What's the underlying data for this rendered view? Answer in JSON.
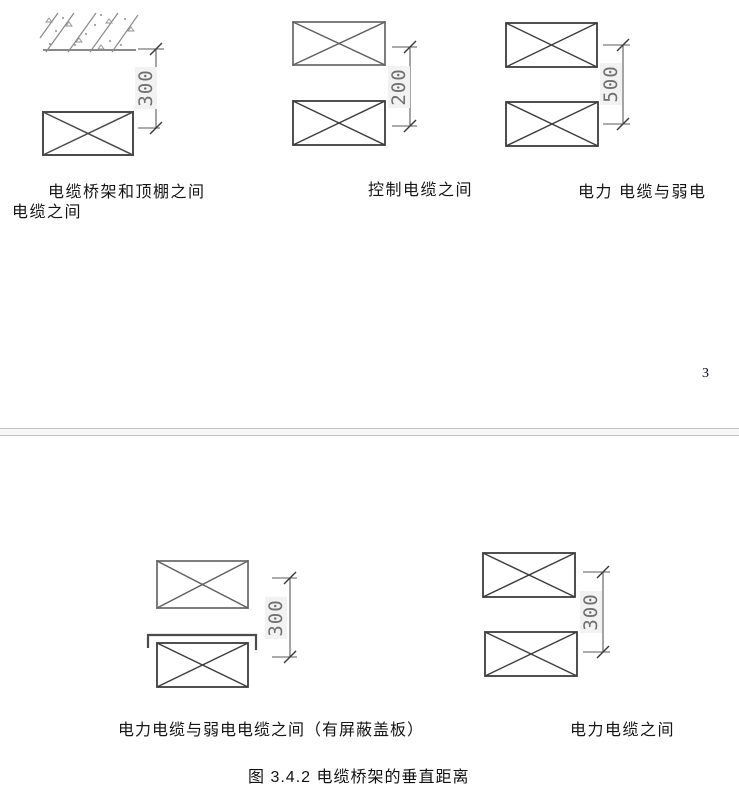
{
  "page_number": "3",
  "diagrams": {
    "top_left": {
      "dimension": "300",
      "label_line1": "电缆桥架和顶棚之间",
      "label_line2": "电缆之间"
    },
    "top_middle": {
      "dimension": "200",
      "label": "控制电缆之间"
    },
    "top_right": {
      "dimension": "500",
      "label": "电力 电缆与弱电"
    },
    "bottom_left": {
      "dimension": "300",
      "label": "电力电缆与弱电电缆之间（有屏蔽盖板）"
    },
    "bottom_right": {
      "dimension": "300",
      "label": "电力电缆之间"
    }
  },
  "figure_caption": "图 3.4.2 电缆桥架的垂直距离",
  "colors": {
    "line_dark": "#4b4b4b",
    "line_gray": "#7d7d7d",
    "dim_line": "#5a5a5a",
    "dim_text": "#6f6f6f",
    "hatch": "#8a8a8a"
  }
}
